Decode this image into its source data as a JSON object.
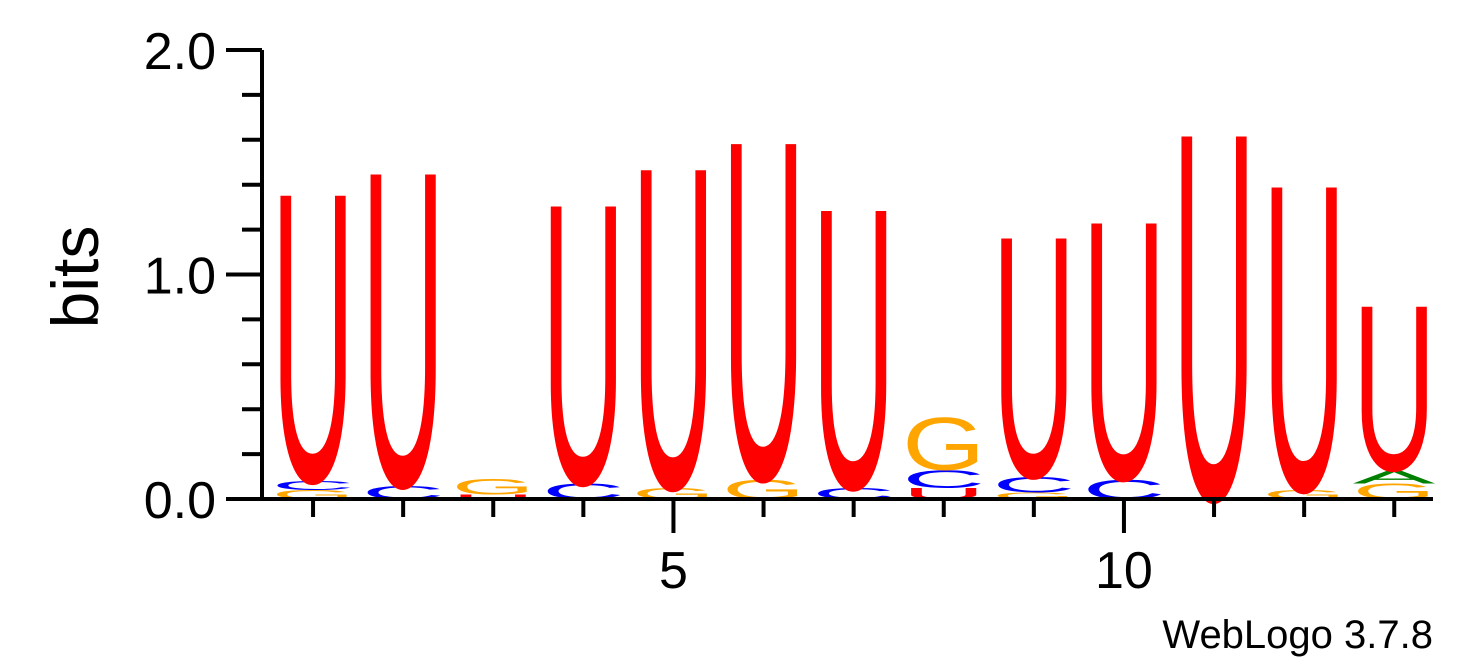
{
  "chart_data": {
    "type": "sequence_logo",
    "ylabel": "bits",
    "ylim": [
      0,
      2.0
    ],
    "y_ticks": [
      "0.0",
      "1.0",
      "2.0"
    ],
    "x_ticks": [
      "5",
      "10"
    ],
    "credit": "WebLogo 3.7.8",
    "colors": {
      "U": "#ff0000",
      "C": "#0000ff",
      "G": "#ffa500",
      "A": "#008000"
    },
    "positions": [
      {
        "index": 1,
        "stack": [
          {
            "letter": "G",
            "bits": 0.04
          },
          {
            "letter": "C",
            "bits": 0.04
          },
          {
            "letter": "U",
            "bits": 1.33
          }
        ]
      },
      {
        "index": 2,
        "stack": [
          {
            "letter": "C",
            "bits": 0.06
          },
          {
            "letter": "U",
            "bits": 1.45
          }
        ]
      },
      {
        "index": 3,
        "stack": [
          {
            "letter": "U",
            "bits": 0.02
          },
          {
            "letter": "G",
            "bits": 0.07
          }
        ]
      },
      {
        "index": 4,
        "stack": [
          {
            "letter": "C",
            "bits": 0.07
          },
          {
            "letter": "U",
            "bits": 1.29
          }
        ]
      },
      {
        "index": 5,
        "stack": [
          {
            "letter": "G",
            "bits": 0.05
          },
          {
            "letter": "U",
            "bits": 1.48
          }
        ]
      },
      {
        "index": 6,
        "stack": [
          {
            "letter": "G",
            "bits": 0.09
          },
          {
            "letter": "U",
            "bits": 1.56
          }
        ]
      },
      {
        "index": 7,
        "stack": [
          {
            "letter": "C",
            "bits": 0.05
          },
          {
            "letter": "U",
            "bits": 1.29
          }
        ]
      },
      {
        "index": 8,
        "stack": [
          {
            "letter": "U",
            "bits": 0.05
          },
          {
            "letter": "C",
            "bits": 0.08
          },
          {
            "letter": "G",
            "bits": 0.24
          }
        ]
      },
      {
        "index": 9,
        "stack": [
          {
            "letter": "G",
            "bits": 0.03
          },
          {
            "letter": "C",
            "bits": 0.07
          },
          {
            "letter": "U",
            "bits": 1.11
          }
        ]
      },
      {
        "index": 10,
        "stack": [
          {
            "letter": "C",
            "bits": 0.09
          },
          {
            "letter": "U",
            "bits": 1.19
          }
        ]
      },
      {
        "index": 11,
        "stack": [
          {
            "letter": "U",
            "bits": 1.69
          }
        ]
      },
      {
        "index": 12,
        "stack": [
          {
            "letter": "G",
            "bits": 0.04
          },
          {
            "letter": "U",
            "bits": 1.41
          }
        ]
      },
      {
        "index": 13,
        "stack": [
          {
            "letter": "G",
            "bits": 0.07
          },
          {
            "letter": "A",
            "bits": 0.06
          },
          {
            "letter": "U",
            "bits": 0.76
          }
        ]
      }
    ]
  }
}
